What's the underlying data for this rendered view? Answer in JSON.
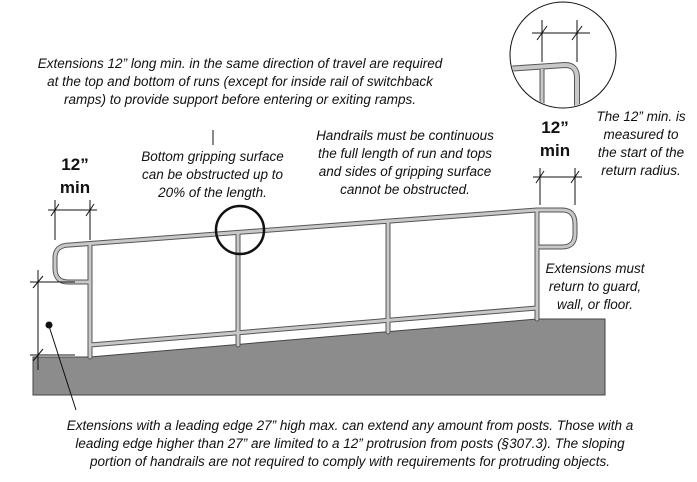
{
  "notes": {
    "extensions_top": "Extensions 12” long min. in the same direction of travel are required\nat the top and bottom of runs (except for inside rail of switchback\nramps) to provide support before entering or exiting ramps.",
    "bottom_gripping": "Bottom gripping surface\ncan be obstructed up to\n20% of the length.",
    "continuous": "Handrails must be continuous\nthe full length of run and tops\nand sides of gripping surface\ncannot be obstructed.",
    "measured": "The 12” min. is\nmeasured to\nthe start of the\nreturn radius.",
    "return": "Extensions must\nreturn to guard,\nwall, or floor.",
    "leading_edge": "Extensions with a leading edge 27” high max. can extend any amount from posts.  Those with a\nleading edge higher than 27” are limited to a 12” protrusion from posts (§307.3).  The sloping\nportion of handrails are not required to comply with requirements for protruding objects."
  },
  "dimensions": {
    "left": "12”\nmin",
    "right": "12”\nmin"
  },
  "colors": {
    "ground": "#8c8c8c",
    "rail": "#9a9a9a"
  }
}
